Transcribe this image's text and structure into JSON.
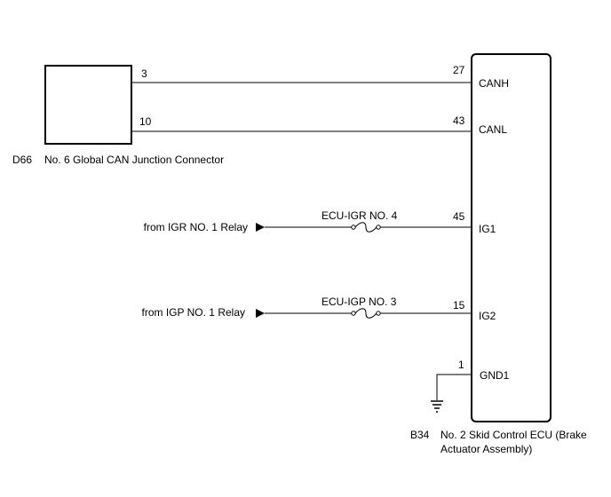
{
  "junction_connector": {
    "code": "D66",
    "name": "No. 6 Global CAN Junction Connector",
    "pins": {
      "canh": "3",
      "canl": "10"
    }
  },
  "ecu": {
    "code": "B34",
    "name_line1": "No. 2 Skid Control ECU (Brake",
    "name_line2": "Actuator Assembly)",
    "pins": {
      "canh": {
        "number": "27",
        "label": "CANH"
      },
      "canl": {
        "number": "43",
        "label": "CANL"
      },
      "ig1": {
        "number": "45",
        "label": "IG1"
      },
      "ig2": {
        "number": "15",
        "label": "IG2"
      },
      "gnd1": {
        "number": "1",
        "label": "GND1"
      }
    }
  },
  "sources": {
    "igr": {
      "text": "from IGR NO. 1 Relay",
      "fuse": "ECU-IGR NO. 4"
    },
    "igp": {
      "text": "from IGP NO. 1 Relay",
      "fuse": "ECU-IGP NO. 3"
    }
  }
}
